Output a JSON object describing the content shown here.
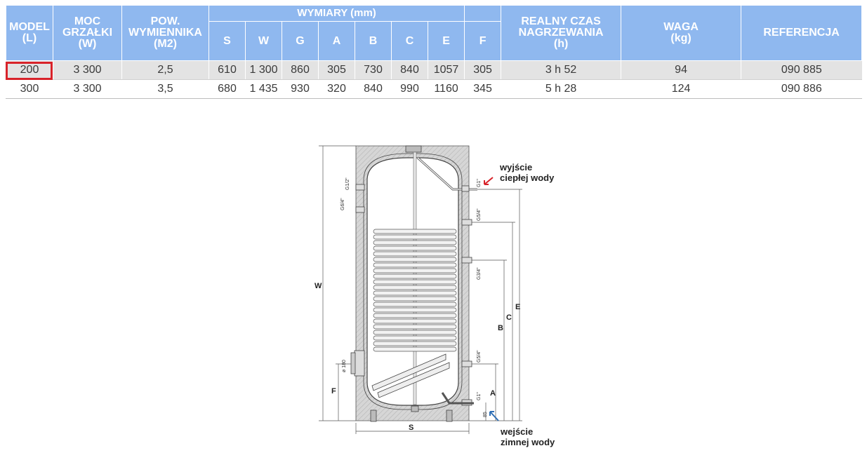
{
  "table": {
    "headers": {
      "model": "MODEL\n(L)",
      "power": "MOC\nGRZAŁKI\n(W)",
      "exchanger": "POW.\nWYMIENNIKA\n(M2)",
      "dimensions_group": "WYMIARY (mm)",
      "dims": [
        "S",
        "W",
        "G",
        "A",
        "B",
        "C",
        "E"
      ],
      "f": "F",
      "heat_time": "REALNY CZAS\nNAGRZEWANIA\n(h)",
      "weight": "WAGA\n(kg)",
      "reference": "REFERENCJA"
    },
    "rows": [
      {
        "model": "200",
        "power": "3 300",
        "exchanger": "2,5",
        "dims": [
          "610",
          "1 300",
          "860",
          "305",
          "730",
          "840",
          "1057"
        ],
        "f": "305",
        "heat_time": "3 h 52",
        "weight": "94",
        "reference": "090 885"
      },
      {
        "model": "300",
        "power": "3 300",
        "exchanger": "3,5",
        "dims": [
          "680",
          "1 435",
          "930",
          "320",
          "840",
          "990",
          "1160"
        ],
        "f": "345",
        "heat_time": "5 h 28",
        "weight": "124",
        "reference": "090 886"
      }
    ]
  },
  "diagram": {
    "hot_water_label": "wyjście\nciepłej wody",
    "cold_water_label": "wejście\nzimnej wody",
    "dim_labels": {
      "w": "W",
      "e": "E",
      "c": "C",
      "b": "B",
      "a": "A",
      "f": "F",
      "s": "S"
    },
    "fittings": {
      "g1_top": "G1\"",
      "g1_2": "G1/2\"",
      "g6_4": "G6/4\"",
      "g5_4_top": "G5/4\"",
      "g3_4": "G3/4\"",
      "g5_4_bottom": "G5/4\"",
      "g1_bottom": "G1\"",
      "phi180": "ø 180",
      "dim85": "85"
    },
    "colors": {
      "header_bg": "#8fb8ef",
      "highlight": "#d8232a",
      "insulation": "#d4d4d4",
      "hot_arrow": "#d8232a",
      "cold_arrow": "#2f6fb5"
    }
  }
}
